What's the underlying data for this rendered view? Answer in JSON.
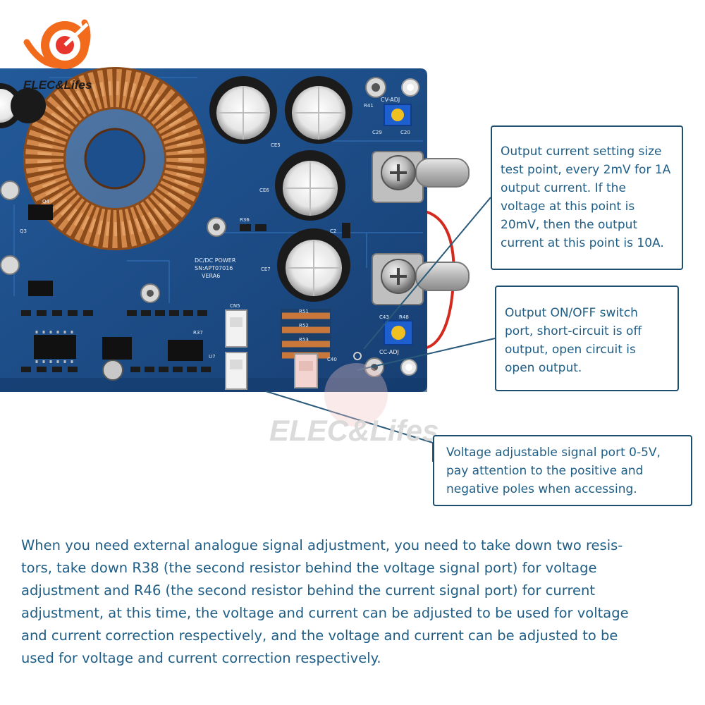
{
  "logo": {
    "text": "ELEC&Lifes",
    "colors": {
      "orange": "#f26a1b",
      "red": "#e8352d",
      "dark": "#1a1a1a"
    }
  },
  "watermark": {
    "text": "ELEC&Lifes"
  },
  "pcb_labels": {
    "model": "DC/DC POWER",
    "sn": "SN:APT07016",
    "version": "VERA6",
    "cv_adj": "CV-ADJ",
    "cc_adj": "CC-ADJ",
    "cn5": "CN5",
    "c20": "C20",
    "c29": "C29",
    "c2": "C2",
    "r41": "R41",
    "r36": "R36",
    "r37": "R37",
    "r51": "R51",
    "r52": "R52",
    "r53": "R53",
    "c40": "C40",
    "c43": "C43",
    "r48": "R48",
    "ce5": "CE5",
    "ce6": "CE6",
    "ce7": "CE7",
    "q4": "Q4",
    "q3": "Q3",
    "u7": "U7"
  },
  "callouts": [
    {
      "lines": [
        "Output current setting size",
        "test point, every 2mV for 1A",
        "output current. If the",
        "voltage at this point is",
        "20mV, then the output",
        "current at this point is 10A."
      ]
    },
    {
      "lines": [
        "Output ON/OFF switch",
        "port, short-circuit is off",
        "output, open circuit is",
        "open output."
      ]
    },
    {
      "lines": [
        "Voltage adjustable signal port 0-5V,",
        "pay attention to the positive and",
        "negative poles when accessing."
      ]
    }
  ],
  "footer": {
    "lines": [
      "When you need external analogue signal adjustment, you need to take down two resis-",
      "tors, take down R38 (the second resistor behind the voltage signal port) for voltage",
      "adjustment and R46 (the second resistor behind the current signal port) for current",
      "adjustment, at this time, the voltage and current can be adjusted to be used for voltage",
      "and current correction respectively, and the voltage and current can be adjusted to be",
      "used for voltage and current correction respectively."
    ]
  },
  "colors": {
    "pcb": "#1d4f8c",
    "pcb_dark": "#143a6a",
    "copper": "#c9773a",
    "text_blue": "#1f5d85",
    "box_border": "#1c4f6e",
    "leader": "#2a5a7a",
    "wire": "#d42a1e"
  }
}
